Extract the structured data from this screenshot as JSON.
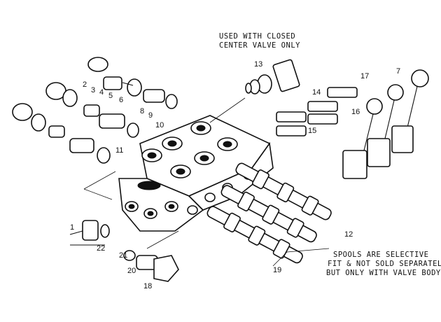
{
  "notes": {
    "closed_center_line1": "USED WITH CLOSED",
    "closed_center_line2": "CENTER VALVE ONLY",
    "spools_line1": "SPOOLS ARE SELECTIVE",
    "spools_line2": "FIT & NOT SOLD SEPARATELY",
    "spools_line3": "BUT ONLY WITH VALVE BODY"
  },
  "callouts": [
    "1",
    "2",
    "3",
    "4",
    "5",
    "6",
    "7",
    "8",
    "9",
    "10",
    "11",
    "12",
    "13",
    "14",
    "15",
    "16",
    "17",
    "18",
    "19",
    "20",
    "21",
    "22"
  ]
}
